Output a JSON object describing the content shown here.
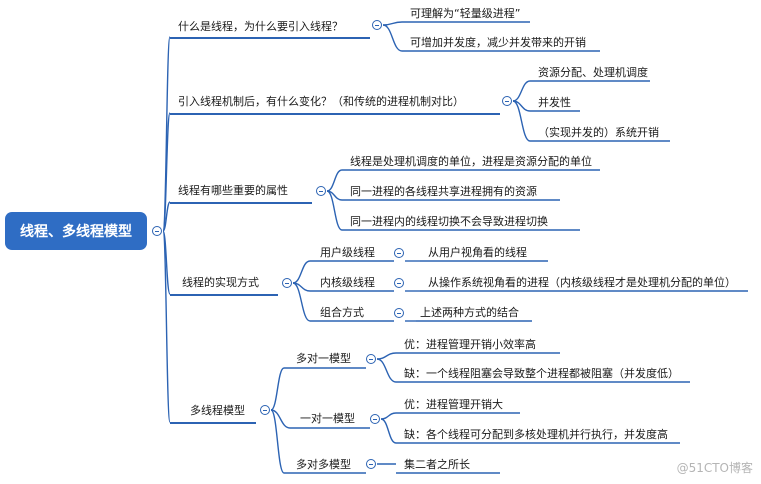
{
  "root": {
    "label": "线程、多线程模型"
  },
  "branches": [
    {
      "id": "b1",
      "label": "什么是线程，为什么要引入线程？",
      "children": [
        {
          "label": "可理解为“轻量级进程”"
        },
        {
          "label": "可增加并发度，减少并发带来的开销"
        }
      ]
    },
    {
      "id": "b2",
      "label": "引入线程机制后，有什么变化？（和传统的进程机制对比）",
      "children": [
        {
          "label": "资源分配、处理机调度"
        },
        {
          "label": "并发性"
        },
        {
          "label": "（实现并发的）系统开销"
        }
      ]
    },
    {
      "id": "b3",
      "label": "线程有哪些重要的属性",
      "children": [
        {
          "label": "线程是处理机调度的单位，进程是资源分配的单位"
        },
        {
          "label": "同一进程的各线程共享进程拥有的资源"
        },
        {
          "label": "同一进程内的线程切换不会导致进程切换"
        }
      ]
    },
    {
      "id": "b4",
      "label": "线程的实现方式",
      "children": [
        {
          "label": "用户级线程",
          "children": [
            {
              "label": "从用户视角看的线程"
            }
          ]
        },
        {
          "label": "内核级线程",
          "children": [
            {
              "label": "从操作系统视角看的进程（内核级线程才是处理机分配的单位）"
            }
          ]
        },
        {
          "label": "组合方式",
          "children": [
            {
              "label": "上述两种方式的结合"
            }
          ]
        }
      ]
    },
    {
      "id": "b5",
      "label": "多线程模型",
      "children": [
        {
          "label": "多对一模型",
          "children": [
            {
              "label": "优：进程管理开销小效率高"
            },
            {
              "label": "缺：一个线程阻塞会导致整个进程都被阻塞（并发度低）"
            }
          ]
        },
        {
          "label": "一对一模型",
          "children": [
            {
              "label": "优：进程管理开销大"
            },
            {
              "label": "缺：各个线程可分配到多核处理机并行执行，并发度高"
            }
          ]
        },
        {
          "label": "多对多模型",
          "children": [
            {
              "label": "集二者之所长"
            }
          ]
        }
      ]
    }
  ],
  "watermark": "@51CTO博客",
  "colors": {
    "accent": "#2c63b3",
    "root_bg": "#2f6dc4",
    "text": "#1a1a1a"
  }
}
